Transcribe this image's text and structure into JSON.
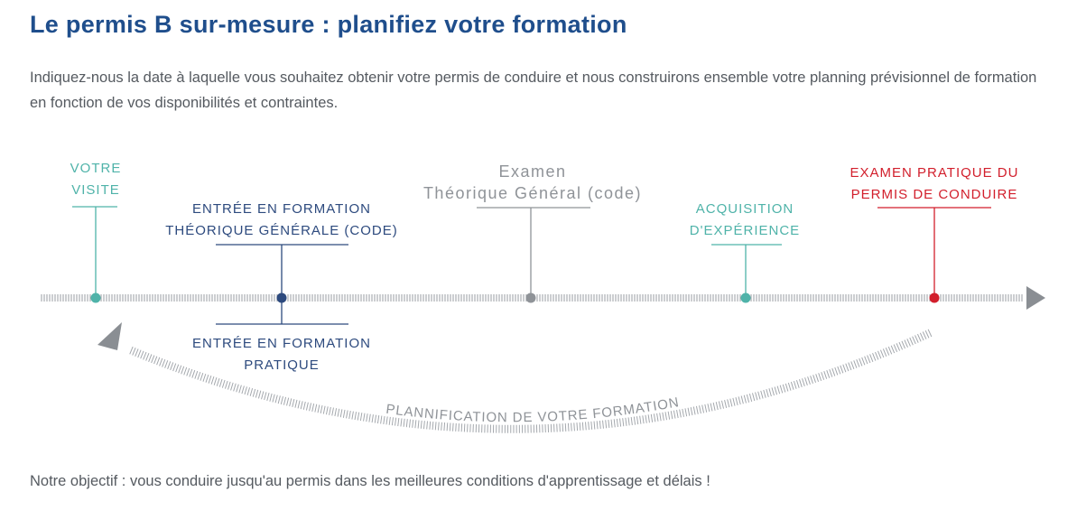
{
  "page": {
    "title": "Le permis B sur-mesure : planifiez votre formation",
    "intro": "Indiquez-nous la date à laquelle vous souhaitez obtenir votre permis de conduire et nous construirons ensemble votre planning prévisionnel de formation en fonction de vos disponibilités et contraintes.",
    "outro": "Notre objectif : vous conduire jusqu'au permis dans les meilleures conditions d'apprentissage et délais !"
  },
  "timeline": {
    "steps": [
      {
        "line1": "Votre",
        "line2": "visite",
        "color": "#4fb3a9"
      },
      {
        "line1": "Entrée en formation",
        "line2": "théorique générale (code)",
        "color": "#2d4a7e"
      },
      {
        "line1": "Entrée en formation",
        "line2": "pratique",
        "color": "#2d4a7e"
      },
      {
        "line1": "Examen",
        "line2": "Théorique Général (code)",
        "color": "#8f9398"
      },
      {
        "line1": "Acquisition",
        "line2": "d'expérience",
        "color": "#4fb3a9"
      },
      {
        "line1": "Examen pratique du",
        "line2": "permis de conduire",
        "color": "#d21f2c"
      }
    ],
    "arc_label": "PLANNIFICATION DE VOTRE FORMATION",
    "axis_color": "#9a9ea3",
    "arrow_color": "#8a8e93"
  }
}
